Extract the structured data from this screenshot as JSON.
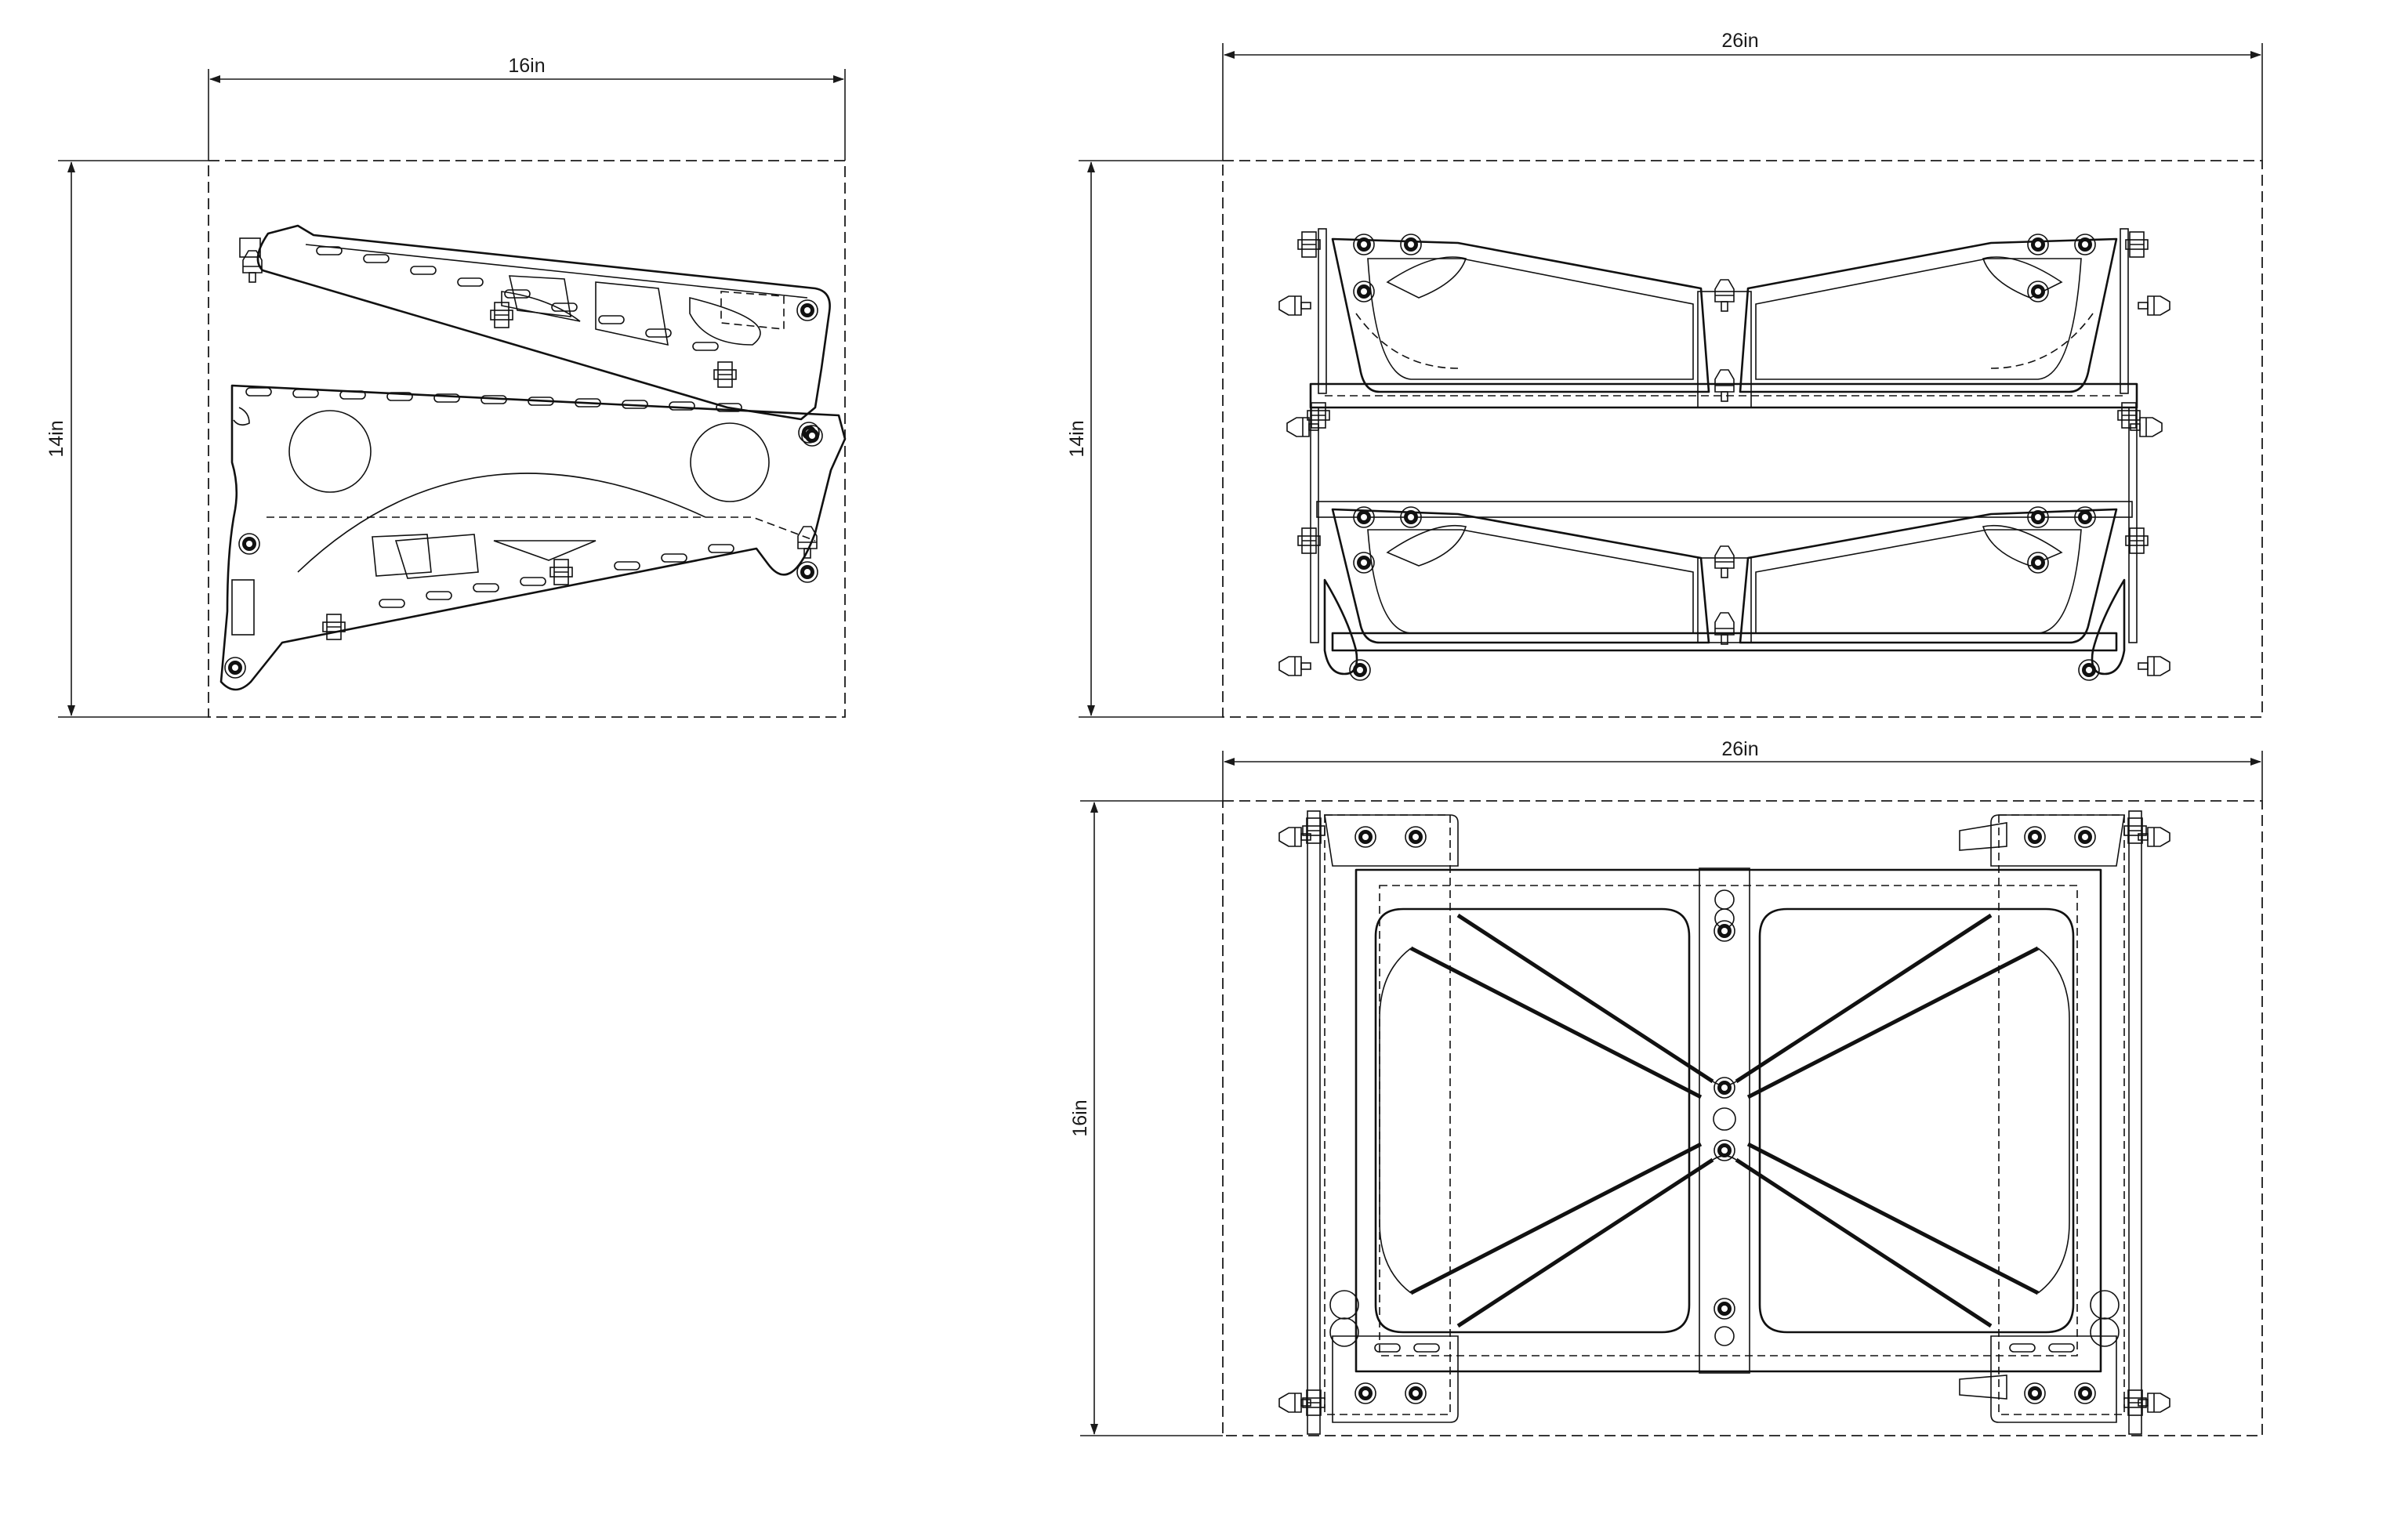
{
  "views": {
    "side": {
      "width_label": "16in",
      "height_label": "14in"
    },
    "front": {
      "width_label": "26in",
      "height_label": "14in"
    },
    "top": {
      "width_label": "26in",
      "height_label": "16in"
    }
  },
  "colors": {
    "line": "#111111",
    "background": "#ffffff"
  }
}
